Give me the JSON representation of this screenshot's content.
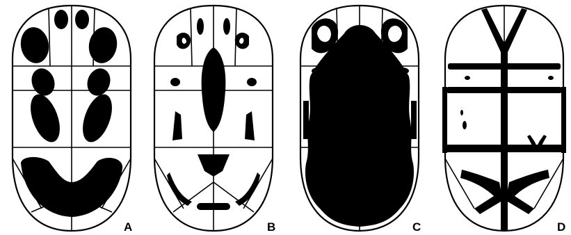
{
  "figure": {
    "panels": [
      {
        "id": "A",
        "label": "A"
      },
      {
        "id": "B",
        "label": "B"
      },
      {
        "id": "C",
        "label": "C"
      },
      {
        "id": "D",
        "label": "D"
      }
    ],
    "colors": {
      "ink": "#000000",
      "paper": "#ffffff"
    }
  }
}
